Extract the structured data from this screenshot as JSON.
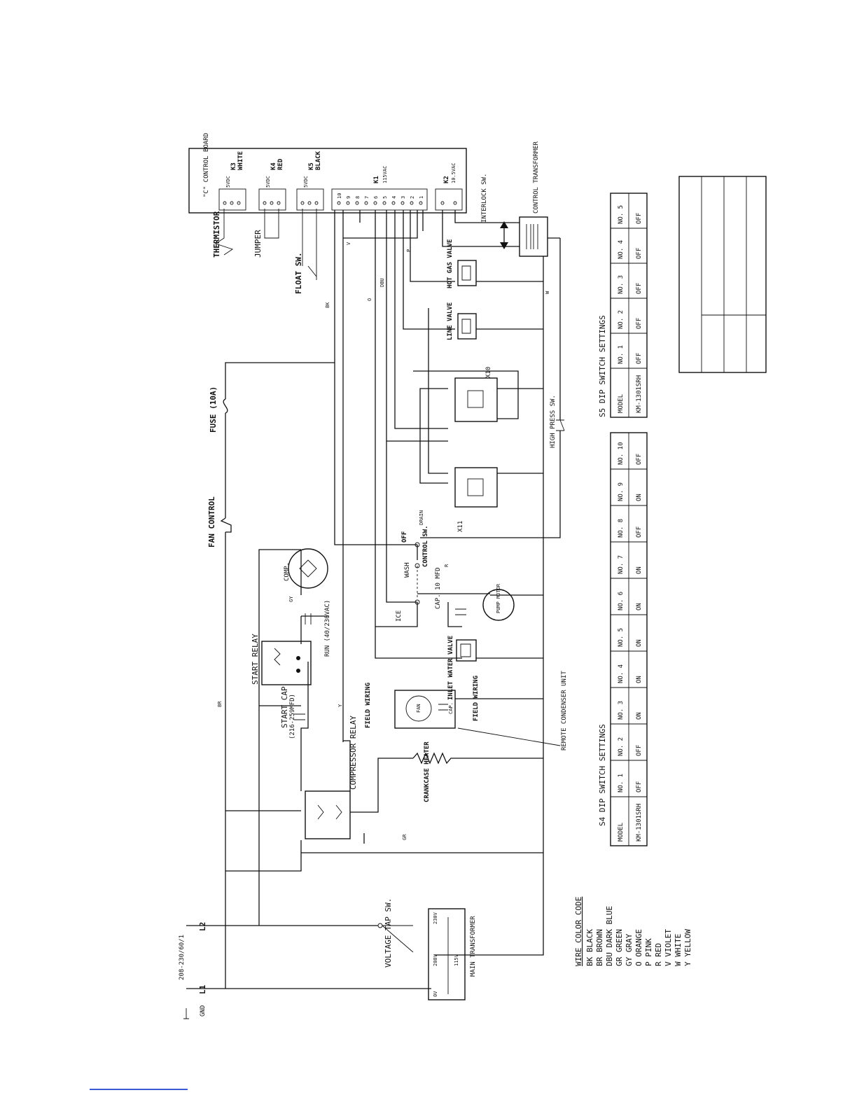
{
  "control_board": {
    "title": "\"C\" CONTROL BOARD"
  },
  "connectors": {
    "k3": {
      "name": "K3",
      "color": "WHITE",
      "voltage": "5VDC",
      "pins": [
        "1",
        "2",
        "3"
      ]
    },
    "k4": {
      "name": "K4",
      "color": "RED",
      "voltage": "5VDC",
      "pins": [
        "1",
        "2",
        "3"
      ]
    },
    "k5": {
      "name": "K5",
      "color": "BLACK",
      "voltage": "5VDC",
      "pins": [
        "1",
        "2",
        "3"
      ]
    },
    "k1": {
      "name": "K1",
      "voltage": "115VAC",
      "pins": [
        "10",
        "9",
        "8",
        "7",
        "6",
        "5",
        "4",
        "3",
        "2",
        "1"
      ]
    },
    "k2": {
      "name": "K2",
      "voltage": "10.5VAC",
      "pins": [
        "1",
        "2"
      ]
    }
  },
  "components": {
    "thermistor": "THERMISTOR",
    "jumper": "JUMPER",
    "float_switch": "FLOAT SW.",
    "interlock_switch": "INTERLOCK SW.",
    "control_transformer": "CONTROL TRANSFORMER",
    "hot_gas_valve": "HOT GAS VALVE",
    "line_valve": "LINE VALVE",
    "x10": "X10",
    "x11": "X11",
    "high_pressure_switch": "HIGH PRESS SW.",
    "fuse": "FUSE (10A)",
    "fan_control": "FAN CONTROL",
    "start_relay": "START RELAY",
    "start_cap": "START CAP",
    "start_cap_value": "(216-259MFD)",
    "run_cap": "RUN (40/230VAC)",
    "comp": "COMP.",
    "wash_control_switch": "CONTROL SW.",
    "wash_label": "WASH",
    "ice_label": "ICE",
    "off_label": "OFF",
    "drain_label": "DRAIN",
    "pump_cap": "CAP. 10 MFD",
    "pump_motor": "PUMP MOTOR",
    "inlet_water_valve": "INLET WATER VALVE",
    "fan_motor": "FAN",
    "fan_cap": "CAP.",
    "field_wiring_1": "FIELD WIRING",
    "field_wiring_2": "FIELD WIRING",
    "remote_condenser": "REMOTE CONDENSER UNIT",
    "crankcase_heater": "CRANKCASE HEATER",
    "compressor_relay": "COMPRESSOR RELAY",
    "voltage_tap": "VOLTAGE TAP SW.",
    "main_transformer": "MAIN TRANSFORMER",
    "supply": "208-230/60/1",
    "ground": "GND",
    "l1": "L1",
    "l2": "L2",
    "taps": [
      "208V",
      "230V",
      "115V",
      "0V"
    ]
  },
  "wire_color_code": {
    "title": "WIRE COLOR CODE",
    "entries": [
      [
        "BK",
        "BLACK"
      ],
      [
        "BR",
        "BROWN"
      ],
      [
        "DBU",
        "DARK BLUE"
      ],
      [
        "GR",
        "GREEN"
      ],
      [
        "GY",
        "GRAY"
      ],
      [
        "O",
        "ORANGE"
      ],
      [
        "P",
        "PINK"
      ],
      [
        "R",
        "RED"
      ],
      [
        "V",
        "VIOLET"
      ],
      [
        "W",
        "WHITE"
      ],
      [
        "Y",
        "YELLOW"
      ]
    ]
  },
  "s5_table": {
    "title": "S5 DIP SWITCH SETTINGS",
    "header": [
      "MODEL",
      "NO. 1",
      "NO. 2",
      "NO. 3",
      "NO. 4",
      "NO. 5"
    ],
    "row": [
      "KM-1301SRH",
      "OFF",
      "OFF",
      "OFF",
      "OFF",
      "OFF"
    ]
  },
  "s4_table": {
    "title": "S4 DIP SWITCH SETTINGS",
    "header": [
      "MODEL",
      "NO. 1",
      "NO. 2",
      "NO. 3",
      "NO. 4",
      "NO. 5",
      "NO. 6",
      "NO. 7",
      "NO. 8",
      "NO. 9",
      "NO. 10"
    ],
    "row": [
      "KM-1301SRH",
      "OFF",
      "OFF",
      "ON",
      "ON",
      "ON",
      "ON",
      "ON",
      "OFF",
      "ON",
      "OFF"
    ]
  },
  "wire_tags": {
    "v": "V",
    "bk": "BK",
    "w": "W",
    "o": "O",
    "p": "P",
    "r": "R",
    "y": "Y",
    "gy": "GY",
    "br": "BR",
    "dbu": "DBU",
    "gr": "GR"
  }
}
